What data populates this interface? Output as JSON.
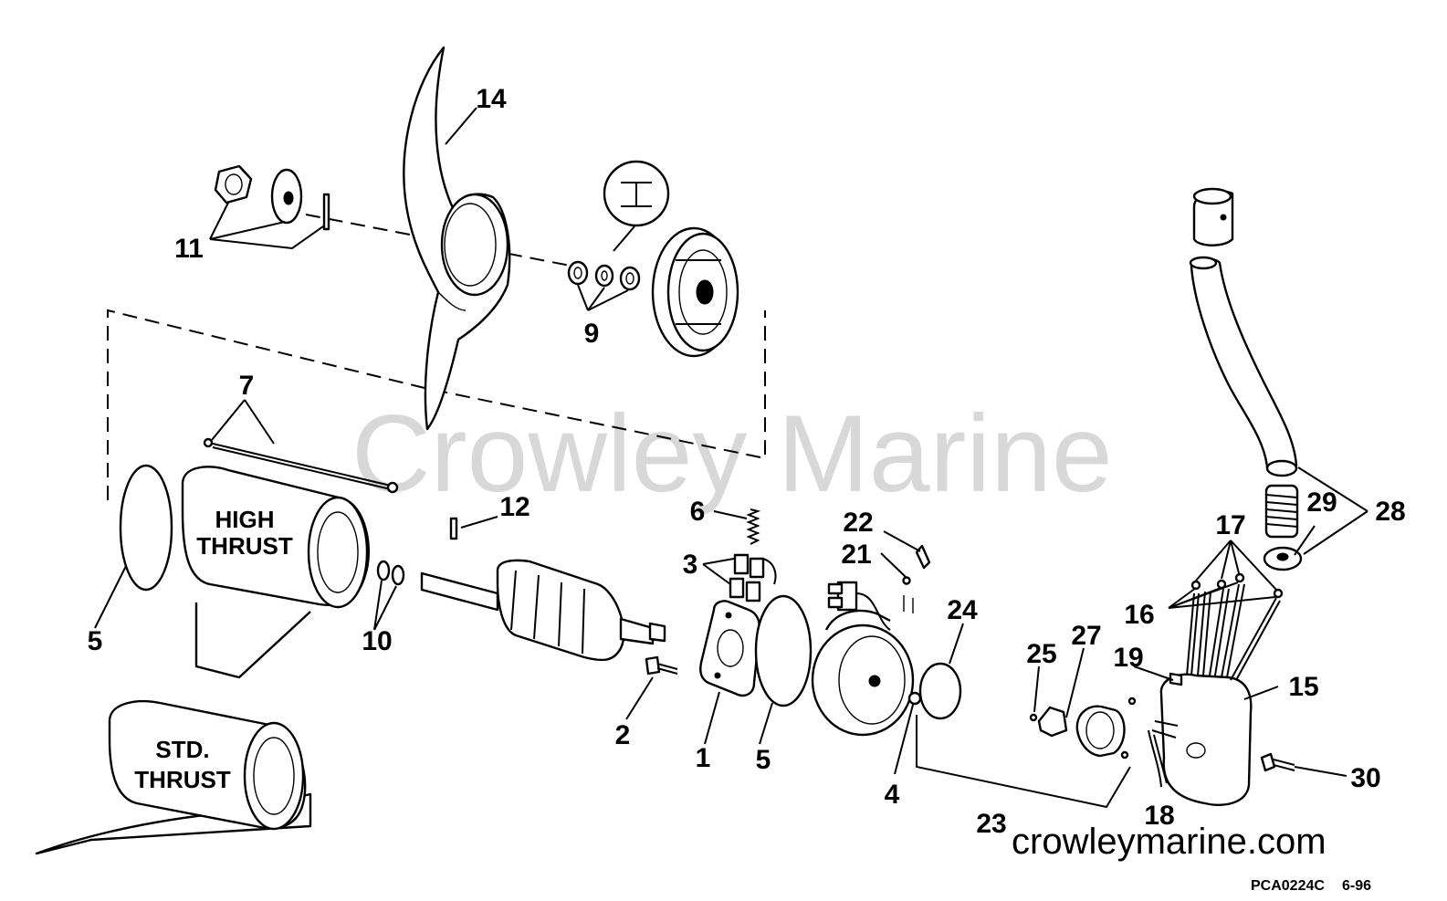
{
  "watermark": "Crowley Marine",
  "website": "crowleymarine.com",
  "drawing_code": "PCA0224C",
  "drawing_date": "6-96",
  "stamps": {
    "high_thrust_line1": "HIGH",
    "high_thrust_line2": "THRUST",
    "std_thrust_line1": "STD.",
    "std_thrust_line2": "THRUST"
  },
  "callouts": {
    "c14": "14",
    "c11": "11",
    "c9": "9",
    "c7": "7",
    "c5a": "5",
    "c12": "12",
    "c10": "10",
    "c6": "6",
    "c3": "3",
    "c2": "2",
    "c1": "1",
    "c5b": "5",
    "c22": "22",
    "c21": "21",
    "c24": "24",
    "c4": "4",
    "c23": "23",
    "c25": "25",
    "c27": "27",
    "c19": "19",
    "c18": "18",
    "c15": "15",
    "c16": "16",
    "c17": "17",
    "c29": "29",
    "c28": "28",
    "c30": "30"
  }
}
